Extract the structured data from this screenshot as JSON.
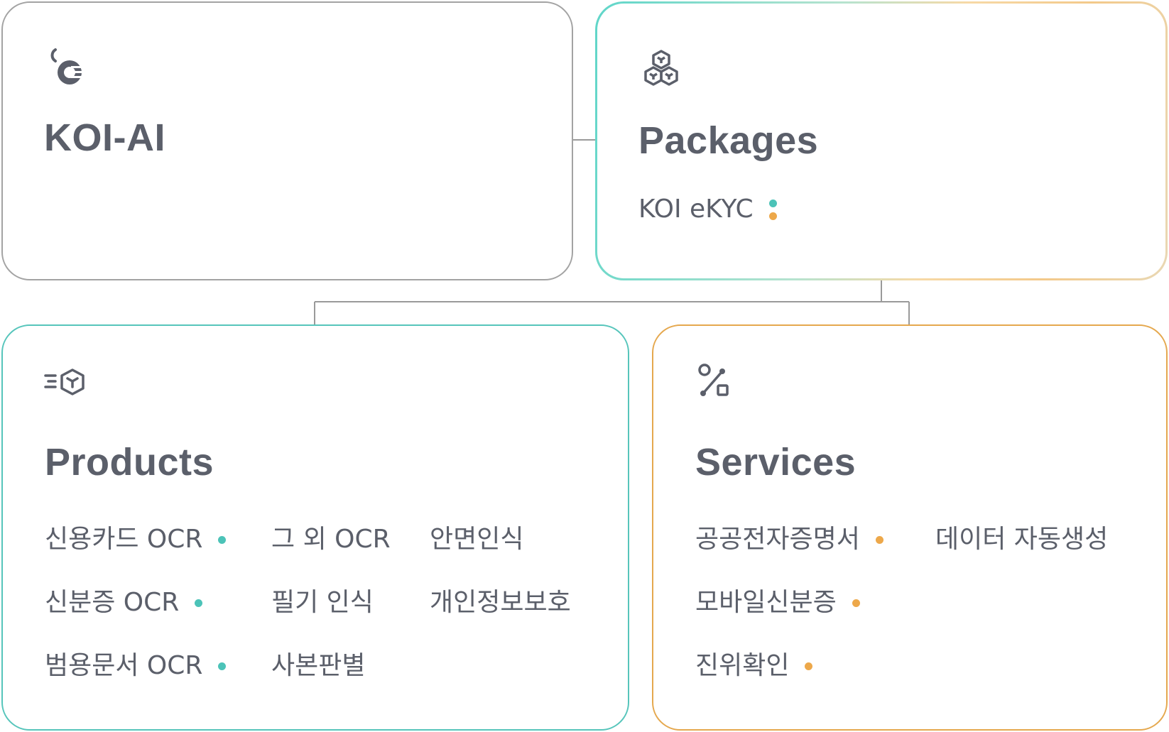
{
  "colors": {
    "teal": "#4cc3b8",
    "orange": "#eda84a",
    "text": "#5b5f6a",
    "connector": "#9a9a9a"
  },
  "koi_ai": {
    "title": "KOI-AI",
    "icon": "koi-logo-icon"
  },
  "packages": {
    "title": "Packages",
    "icon": "cubes-icon",
    "items": [
      {
        "label": "KOI eKYC",
        "dots": [
          "teal",
          "orange"
        ]
      }
    ]
  },
  "products": {
    "title": "Products",
    "icon": "fast-cube-icon",
    "items": [
      {
        "label": "신용카드 OCR",
        "dots": [
          "teal"
        ]
      },
      {
        "label": "그 외 OCR",
        "dots": []
      },
      {
        "label": "안면인식",
        "dots": []
      },
      {
        "label": "신분증 OCR",
        "dots": [
          "teal"
        ]
      },
      {
        "label": "필기 인식",
        "dots": []
      },
      {
        "label": "개인정보보호",
        "dots": []
      },
      {
        "label": "범용문서 OCR",
        "dots": [
          "teal"
        ]
      },
      {
        "label": "사본판별",
        "dots": []
      }
    ]
  },
  "services": {
    "title": "Services",
    "icon": "percent-nodes-icon",
    "items": [
      {
        "label": "공공전자증명서",
        "dots": [
          "orange"
        ]
      },
      {
        "label": "데이터 자동생성",
        "dots": []
      },
      {
        "label": "모바일신분증",
        "dots": [
          "orange"
        ]
      },
      {
        "label": "진위확인",
        "dots": [
          "orange"
        ]
      }
    ]
  }
}
